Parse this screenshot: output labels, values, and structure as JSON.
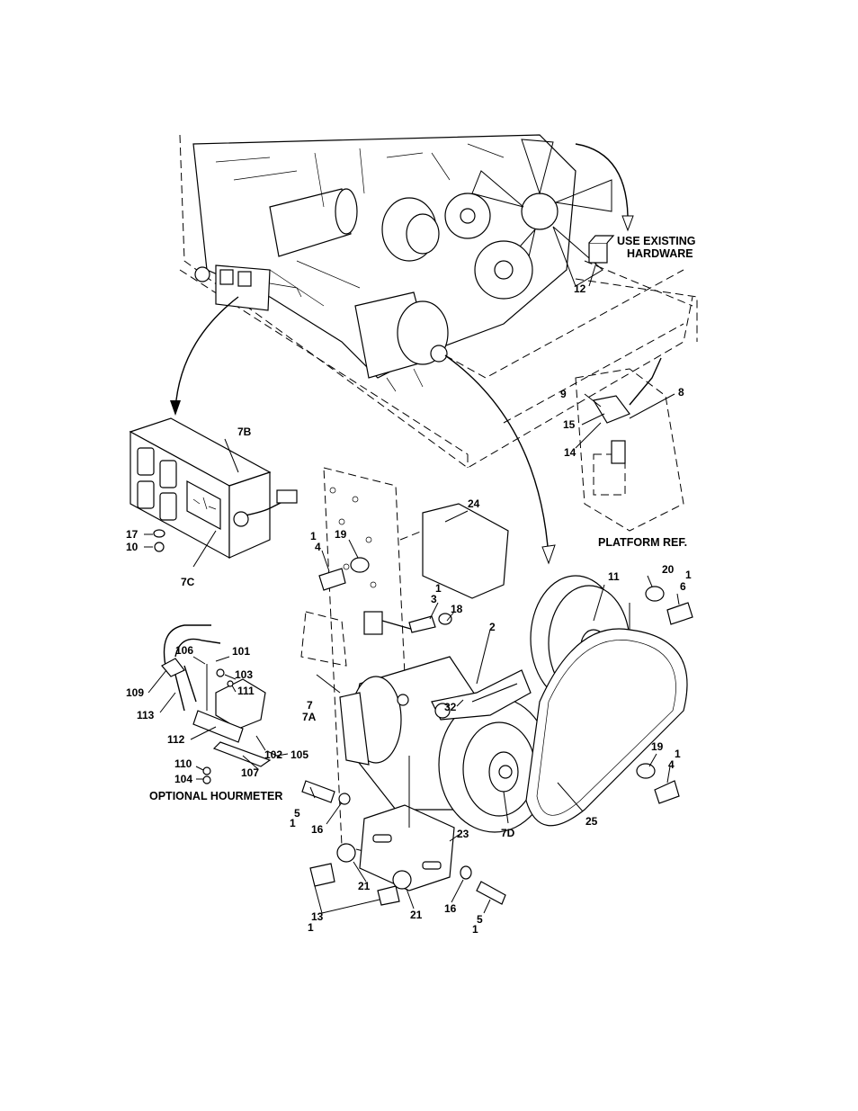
{
  "captions": {
    "use_existing_1": "USE EXISTING",
    "use_existing_2": "HARDWARE",
    "platform_ref": "PLATFORM REF.",
    "optional_hourmeter": "OPTIONAL HOURMETER"
  },
  "callouts": {
    "c12": "12",
    "c9": "9",
    "c8": "8",
    "c15": "15",
    "c14": "14",
    "c7B": "7B",
    "c17": "17",
    "c10": "10",
    "c7C": "7C",
    "c24": "24",
    "c1a": "1",
    "c4a": "4",
    "c19a": "19",
    "c1b": "1",
    "c3": "3",
    "c18": "18",
    "c2": "2",
    "c20": "20",
    "c1c": "1",
    "c11": "11",
    "c6": "6",
    "c106": "106",
    "c101": "101",
    "c103": "103",
    "c111": "111",
    "c109": "109",
    "c113": "113",
    "c112": "112",
    "c102": "102",
    "c105": "105",
    "c110": "110",
    "c104": "104",
    "c107": "107",
    "c7": "7",
    "c7A": "7A",
    "c32": "32",
    "c19b": "19",
    "c1d": "1",
    "c4b": "4",
    "c5a": "5",
    "c1e": "1",
    "c16a": "16",
    "c23": "23",
    "c7D": "7D",
    "c25": "25",
    "c21a": "21",
    "c21b": "21",
    "c16b": "16",
    "c13": "13",
    "c1f": "1",
    "c5b": "5",
    "c1g": "1"
  }
}
